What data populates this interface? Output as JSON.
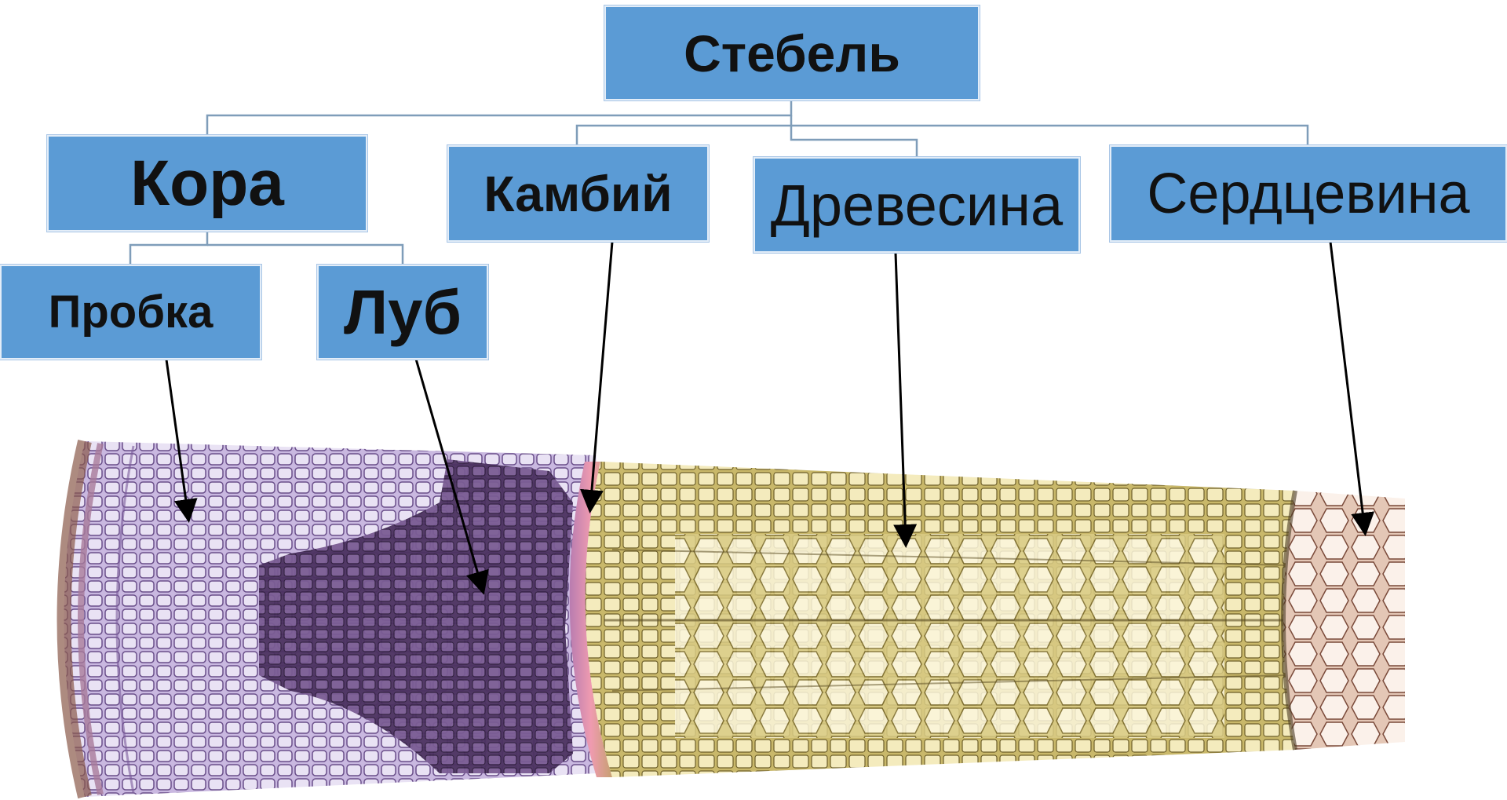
{
  "diagram": {
    "root": {
      "label": "Стебель"
    },
    "children": [
      {
        "label": "Кора"
      },
      {
        "label": "Камбий"
      },
      {
        "label": "Древесина"
      },
      {
        "label": "Сердцевина"
      }
    ],
    "cortex_children": [
      {
        "label": "Пробка"
      },
      {
        "label": "Луб"
      }
    ]
  },
  "colors": {
    "box_fill": "#5b9bd5",
    "connector": "#7f9db9",
    "arrow": "#000000",
    "cork": "#b9a4d4",
    "bast": "#5a3d6f",
    "cambium": "#d98aa0",
    "wood": "#e8dca0",
    "pith": "#f0e4d6"
  }
}
